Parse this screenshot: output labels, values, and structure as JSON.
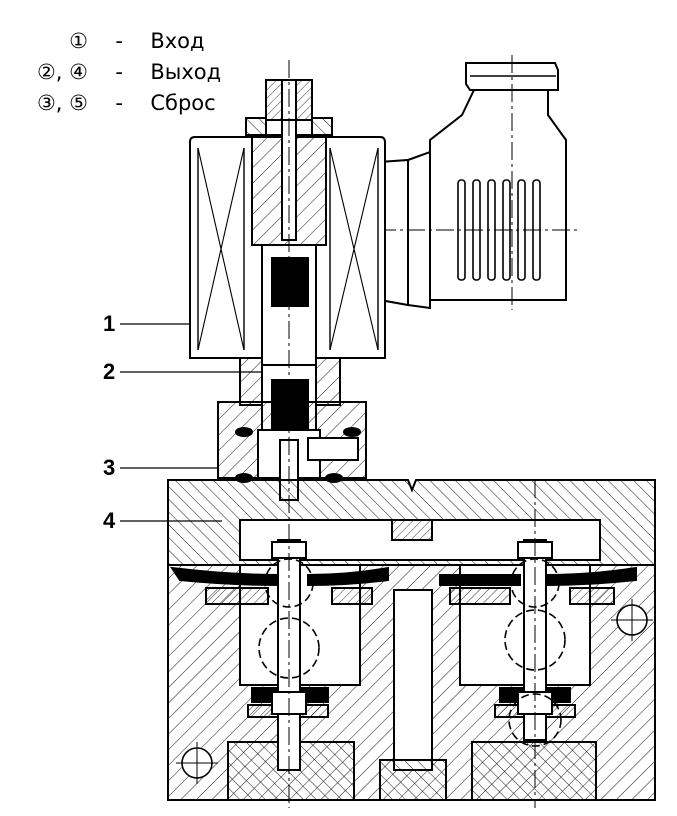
{
  "legend": [
    {
      "symbols": "①",
      "dash": "-",
      "text": "Вход"
    },
    {
      "symbols": "②, ④",
      "dash": "-",
      "text": "Выход"
    },
    {
      "symbols": "③, ⑤",
      "dash": "-",
      "text": "Сброс"
    }
  ],
  "part_labels": [
    "1",
    "2",
    "3",
    "4"
  ],
  "colors": {
    "ink": "#000000",
    "paper": "#ffffff"
  }
}
